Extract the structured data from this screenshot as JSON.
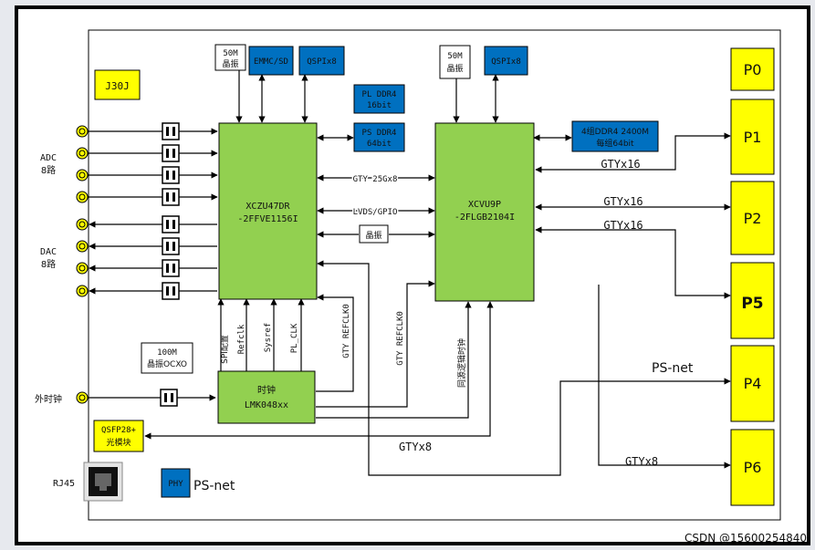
{
  "fpga_left": {
    "line1": "XCZU47DR",
    "line2": "-2FFVE1156I"
  },
  "fpga_right": {
    "line1": "XCVU9P",
    "line2": "-2FLGB2104I"
  },
  "clock_chip": {
    "line1": "时钟",
    "line2": "LMK048xx"
  },
  "osc_left": {
    "line1": "50M",
    "line2": "晶振"
  },
  "osc_right": {
    "line1": "50M",
    "line2": "晶振"
  },
  "emmc": "EMMC/SD",
  "qspi_left": "QSPIx8",
  "qspi_right": "QSPIx8",
  "pl_ddr": {
    "line1": "PL DDR4",
    "line2": "16bit"
  },
  "ps_ddr": {
    "line1": "PS DDR4",
    "line2": "64bit"
  },
  "ddr_right": {
    "line1": "4组DDR4 2400M",
    "line2": "每组64bit"
  },
  "j30j": "J30J",
  "adc_label": {
    "line1": "ADC",
    "line2": "8路"
  },
  "dac_label": {
    "line1": "DAC",
    "line2": "8路"
  },
  "ext_clock_label": "外时钟",
  "ocxo": {
    "line1": "100M",
    "line2": "晶振OCXO"
  },
  "qsfp": {
    "line1": "QSFP28+",
    "line2": "光模块"
  },
  "rj45": "RJ45",
  "phy": "PHY",
  "ps_net_bottom": "PS-net",
  "ps_net_right": "PS-net",
  "link_gty": "GTY 25Gx8",
  "link_lvds": "LVDS/GPIO",
  "link_crystal": "晶振",
  "gty_p1": "GTYx16",
  "gty_p2": "GTYx16",
  "gty_p5": "GTYx16",
  "gty_qsfp": "GTYx8",
  "gty_p6": "GTYx8",
  "clk_spi": "SPI配置",
  "clk_refclk": "Refclk",
  "clk_sysref": "Sysref",
  "clk_plclk": "PL_CLK",
  "clk_gty_refclk_left": "GTY REFCLK0",
  "clk_gty_refclk_right": "GTY REFCLK0",
  "clk_sync": "同源逻辑时钟",
  "ports": [
    "P0",
    "P1",
    "P2",
    "P5",
    "P4",
    "P6"
  ],
  "watermark": "CSDN @15600254840",
  "colors": {
    "fpga": "#92d050",
    "peripheral": "#0070c0",
    "port": "#ffff00",
    "frame": "#000000",
    "background": "#ffffff"
  }
}
